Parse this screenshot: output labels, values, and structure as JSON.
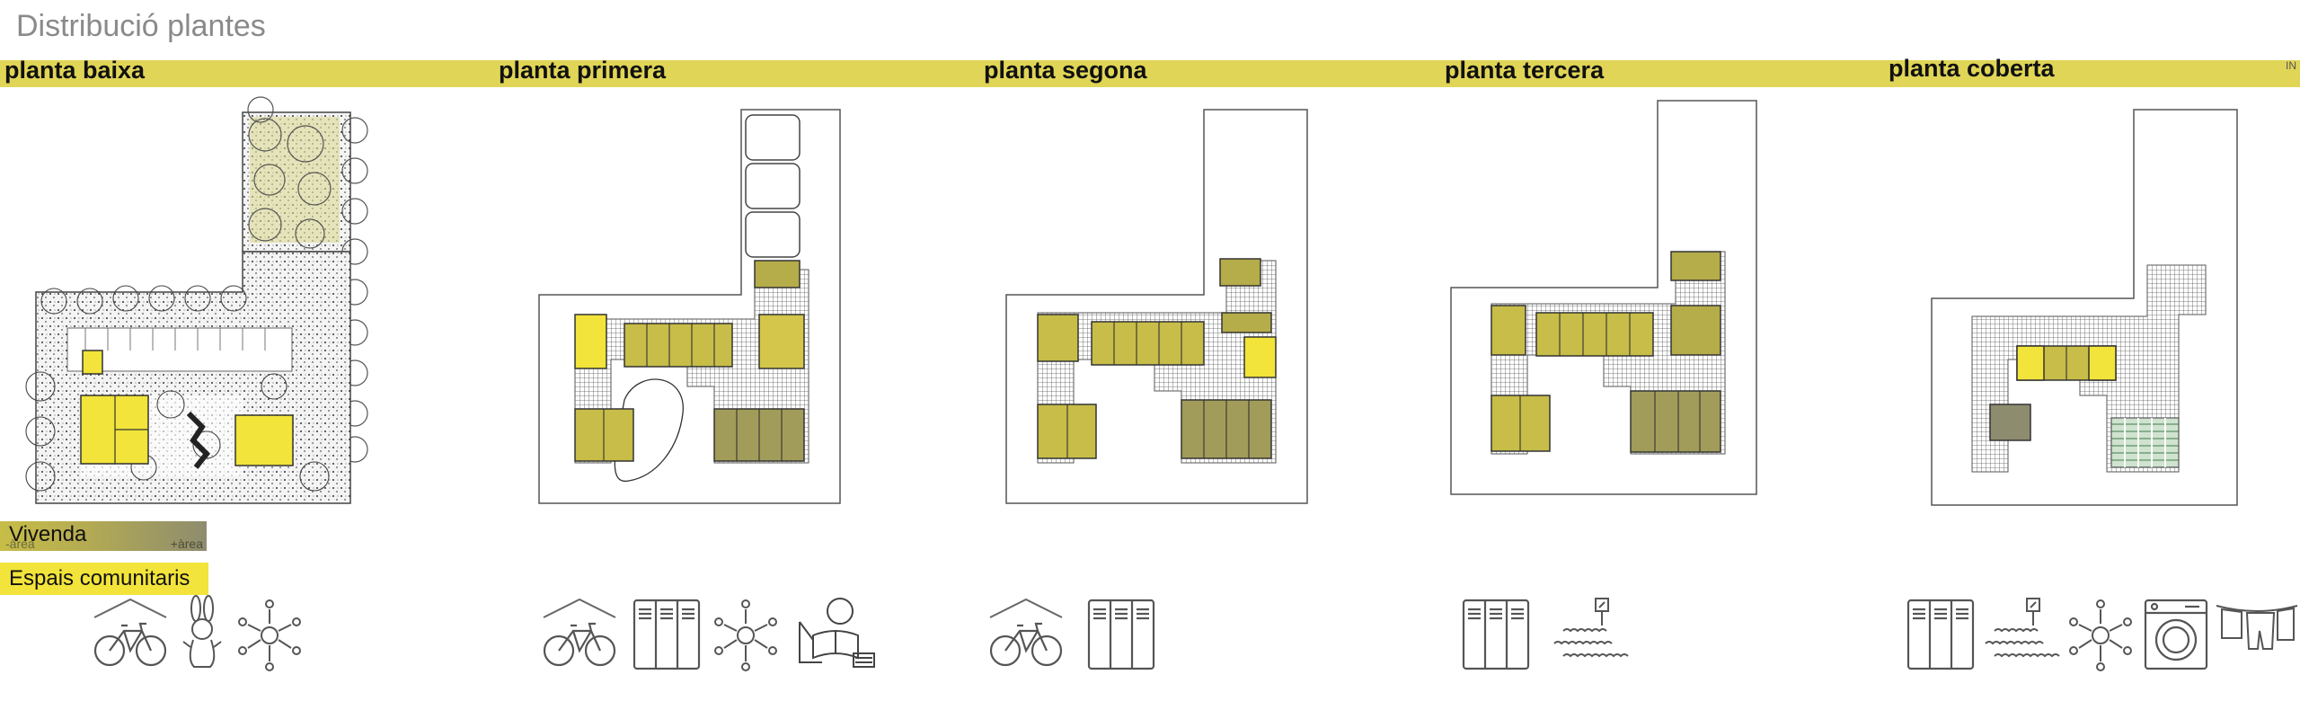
{
  "title": "Distribució plantes",
  "corner_text": "IN",
  "floors": [
    {
      "label": "planta baixa"
    },
    {
      "label": "planta primera"
    },
    {
      "label": "planta segona"
    },
    {
      "label": "planta tercera"
    },
    {
      "label": "planta coberta"
    }
  ],
  "legend": {
    "vivenda": "Vivenda",
    "area_low": "-àrea",
    "area_high": "+àrea",
    "communal": "Espais comunitaris"
  },
  "icon_groups": [
    [
      "bicycle-shelter-icon",
      "rabbit-toy-icon",
      "community-gathering-icon"
    ],
    [
      "bicycle-shelter-icon",
      "storage-lockers-icon",
      "community-gathering-icon",
      "reading-child-icon"
    ],
    [
      "bicycle-shelter-icon",
      "storage-lockers-icon"
    ],
    [
      "storage-lockers-icon",
      "garden-beds-icon"
    ],
    [
      "storage-lockers-icon",
      "garden-beds-icon",
      "community-gathering-icon",
      "washing-machine-icon",
      "clothesline-icon"
    ]
  ],
  "colors": {
    "band": "#e0d556",
    "communal_yellow": "#f2e43a",
    "housing_low": "#c7bd48",
    "housing_high": "#8e8c6e",
    "title_gray": "#8a8a8a"
  }
}
